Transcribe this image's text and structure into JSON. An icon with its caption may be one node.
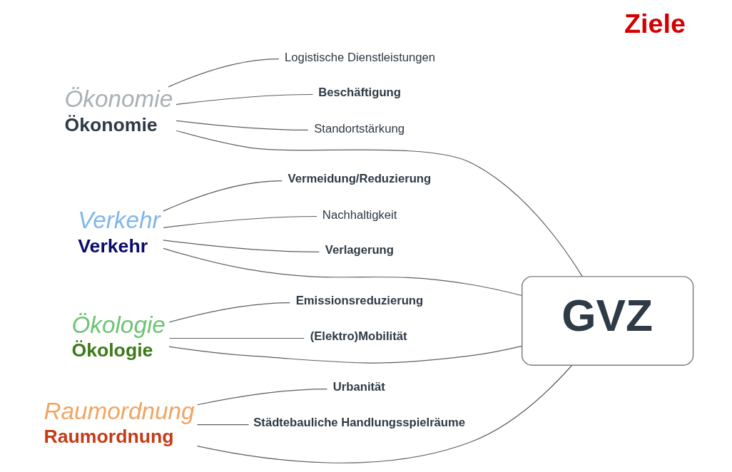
{
  "diagram": {
    "title": "Ziele",
    "nodes": [
      {
        "text": [
          "Ökonomie",
          "Ökonomie"
        ]
      },
      {
        "text": [
          "Logistische Dienstleistungen"
        ]
      },
      {
        "text": [
          "Beschäftigung"
        ]
      },
      {
        "text": [
          "Standortstärkung"
        ]
      },
      {
        "text": [
          "Verkehr",
          "Verkehr"
        ]
      },
      {
        "text": [
          "Vermeidung/Reduzierung"
        ]
      },
      {
        "text": [
          "Nachhaltigkeit"
        ]
      },
      {
        "text": [
          "Verlagerung"
        ]
      },
      {
        "text": [
          "Ökologie",
          "Ökologie"
        ]
      },
      {
        "text": [
          "Emissionsreduzierung"
        ]
      },
      {
        "text": [
          "(Elektro)Mobilität"
        ]
      },
      {
        "text": [
          "Raumordnung",
          "Raumordnung"
        ]
      },
      {
        "text": [
          "Urbanität"
        ]
      },
      {
        "text": [
          "Städtebauliche Handlungsspielräume"
        ]
      },
      {
        "text": [
          "GVZ"
        ]
      }
    ],
    "edges": [
      {
        "from": 0,
        "to": 1,
        "arrow": "none"
      },
      {
        "from": 0,
        "to": 2,
        "arrow": "none"
      },
      {
        "from": 0,
        "to": 3,
        "arrow": "none"
      },
      {
        "from": 4,
        "to": 5,
        "arrow": "none"
      },
      {
        "from": 4,
        "to": 6,
        "arrow": "none"
      },
      {
        "from": 4,
        "to": 7,
        "arrow": "none"
      },
      {
        "from": 8,
        "to": 9,
        "arrow": "none"
      },
      {
        "from": 8,
        "to": 10,
        "arrow": "none"
      },
      {
        "from": 11,
        "to": 12,
        "arrow": "none"
      },
      {
        "from": 11,
        "to": 13,
        "arrow": "none"
      },
      {
        "from": 0,
        "to": 14,
        "arrow": "none"
      },
      {
        "from": 4,
        "to": 14,
        "arrow": "none"
      },
      {
        "from": 8,
        "to": 14,
        "arrow": "none"
      },
      {
        "from": 11,
        "to": 14,
        "arrow": "none"
      }
    ]
  }
}
